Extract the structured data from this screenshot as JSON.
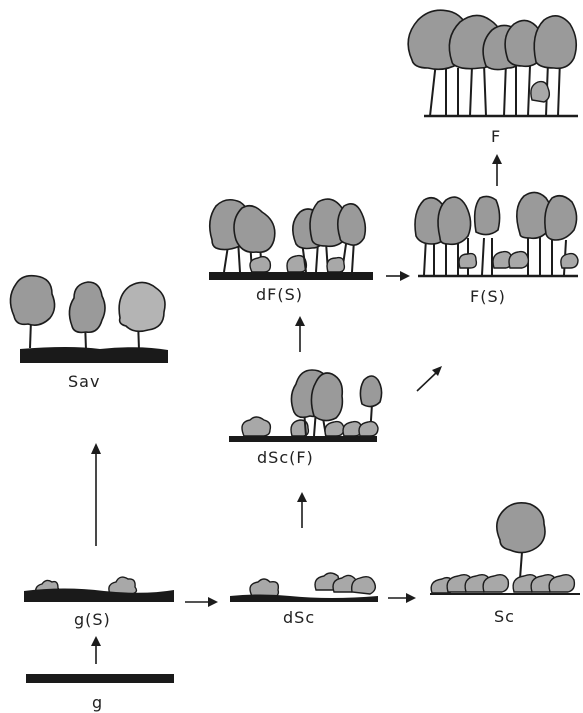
{
  "diagram": {
    "stages": {
      "g": "g",
      "g_s": "g(S)",
      "sav": "Sav",
      "dsc": "dSc",
      "sc": "Sc",
      "dsc_f": "dSc(F)",
      "df_s": "dF(S)",
      "f_s": "F(S)",
      "f": "F"
    },
    "colors": {
      "foliage": "#9a9a9a",
      "ground": "#1a1a1a",
      "line": "#1c1c1c"
    }
  }
}
